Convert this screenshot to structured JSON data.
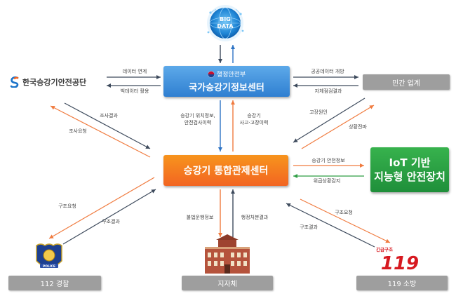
{
  "bigdata": {
    "line1": "BIG",
    "line2": "DATA"
  },
  "center": {
    "ministry": "행정안전부",
    "title": "국가승강기정보센터"
  },
  "control": {
    "title": "승강기 통합관제센터"
  },
  "iot": {
    "line1": "IoT 기반",
    "line2": "지능형 안전장치"
  },
  "private": {
    "label": "민간 업계"
  },
  "kesi": {
    "name": "한국승강기안전공단"
  },
  "police": {
    "bar": "112 경찰",
    "badge": "POLICE"
  },
  "city": {
    "bar": "지자체"
  },
  "fire": {
    "bar": "119 소방",
    "logo_top": "긴급구조",
    "logo_num": "119"
  },
  "labels": {
    "data_link": "데이터 연계",
    "bigdata_use": "빅데이터 활용",
    "open_data": "공공데이터 개방",
    "self_check": "자체점검결과",
    "survey_result": "조사결과",
    "survey_request": "조사요청",
    "location_info_1": "승강기 위치정보,",
    "location_info_2": "안전검사이력",
    "accident_1": "승강기",
    "accident_2": "사고·고장이력",
    "fault_cause": "고장원인",
    "situation_spread": "상황전파",
    "safety_info": "승강기 안전정보",
    "emergency_detect": "위급상황감지",
    "rescue_request_l": "구조요청",
    "rescue_result_l": "구조결과",
    "illegal_op": "불법운행정보",
    "admin_result": "행정처분결과",
    "rescue_request_r": "구조요청",
    "rescue_result_r": "구조결과"
  },
  "colors": {
    "blue": "#2f7fd1",
    "orange": "#f26522",
    "green": "#1f8f3a",
    "dark_arrow": "#3d4a5c",
    "orange_arrow": "#f07b3f",
    "blue_arrow": "#2d73c4",
    "gray": "#9e9e9e"
  }
}
